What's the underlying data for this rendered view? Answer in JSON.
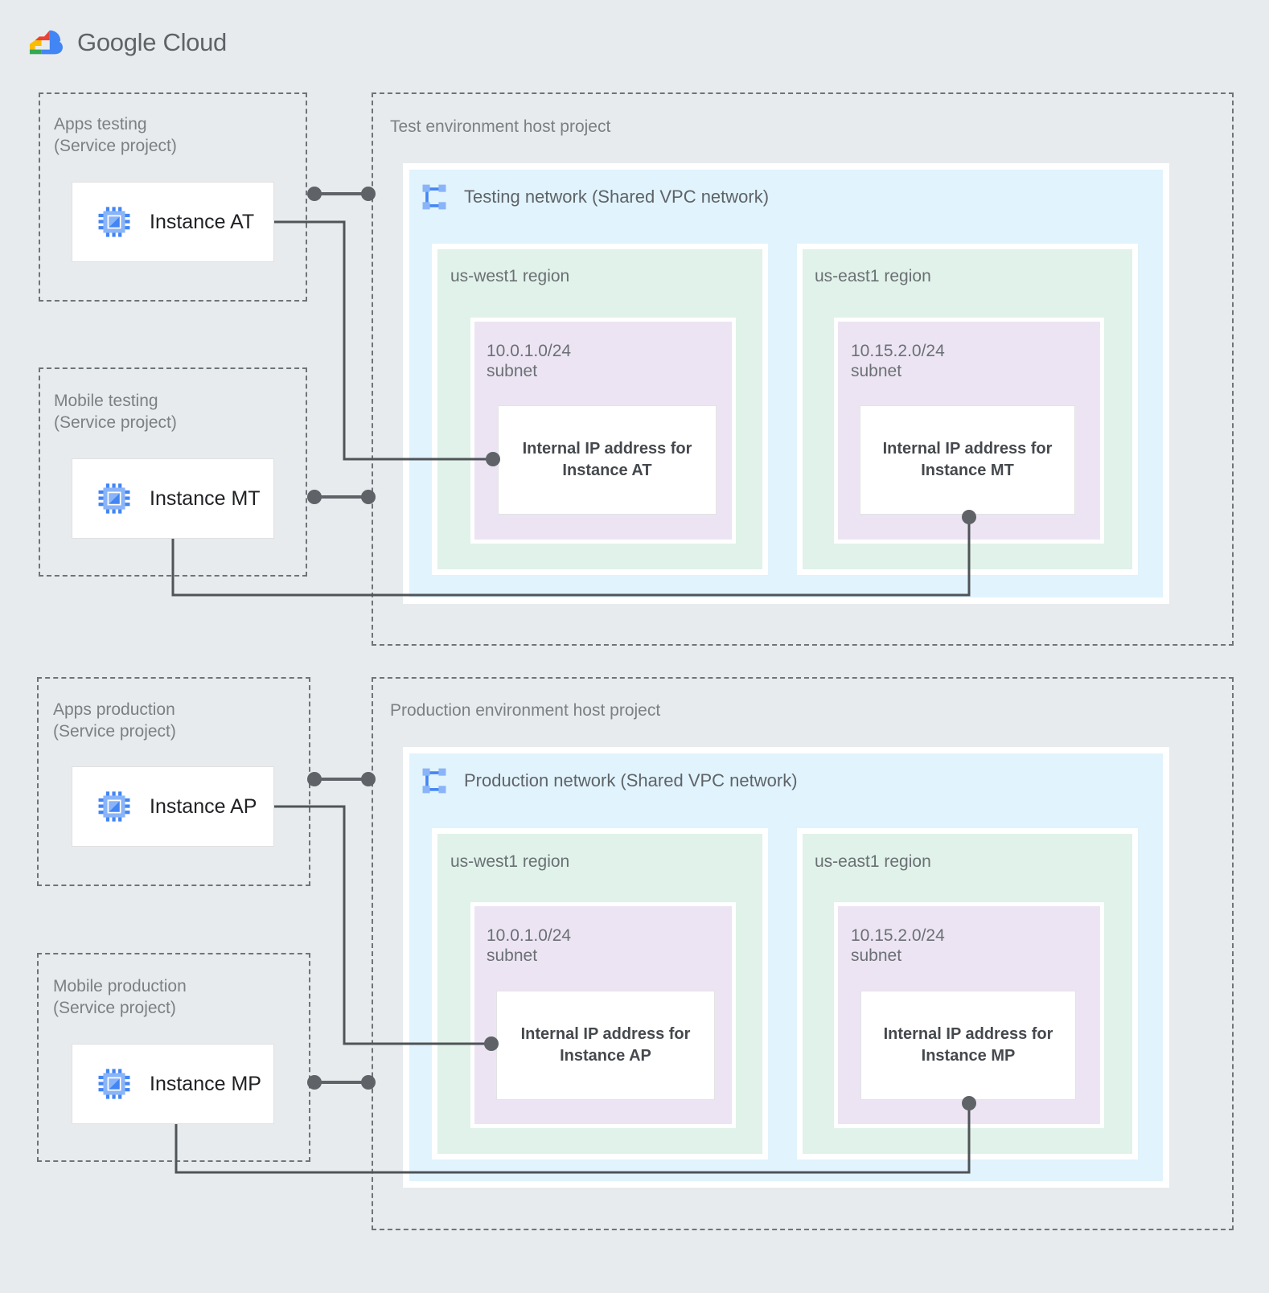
{
  "brand": {
    "name_bold": "Google",
    "name_light": " Cloud",
    "logo_icon": "google-cloud-logo",
    "colors": {
      "red": "#EA4335",
      "blue": "#4285F4",
      "yellow": "#FBBC04",
      "green": "#34A853"
    }
  },
  "palette": {
    "page_background": "#e8ebed",
    "dashed_border": "#6e7478",
    "vpc_background": "#e1f3fc",
    "region_background": "#e0f2e9",
    "subnet_background": "#ece4f3",
    "card_background": "#ffffff",
    "wire": "#4f5458",
    "instance_icon_blue": "#4285F4",
    "instance_icon_light_blue": "#8ab4f8",
    "text_muted": "#7b8084",
    "text_strong": "#45494d"
  },
  "environments": [
    {
      "id": "test",
      "host_project": {
        "label": "Test environment host project",
        "network": {
          "label": "Testing network (Shared VPC network)",
          "icon": "vpc-network-icon",
          "regions": [
            {
              "label": "us-west1 region",
              "subnet": {
                "label": "10.0.1.0/24\nsubnet",
                "cidr": "10.0.1.0/24",
                "ip_card": "Internal IP address for\nInstance AT"
              }
            },
            {
              "label": "us-east1 region",
              "subnet": {
                "label": "10.15.2.0/24\nsubnet",
                "cidr": "10.15.2.0/24",
                "ip_card": "Internal IP address for\nInstance MT"
              }
            }
          ]
        }
      },
      "service_projects": [
        {
          "label": "Apps testing\n(Service project)",
          "instance": {
            "label": "Instance AT",
            "icon": "cpu-instance-icon"
          }
        },
        {
          "label": "Mobile testing\n(Service project)",
          "instance": {
            "label": "Instance MT",
            "icon": "cpu-instance-icon"
          }
        }
      ]
    },
    {
      "id": "production",
      "host_project": {
        "label": "Production environment host project",
        "network": {
          "label": "Production network (Shared VPC network)",
          "icon": "vpc-network-icon",
          "regions": [
            {
              "label": "us-west1 region",
              "subnet": {
                "label": "10.0.1.0/24\nsubnet",
                "cidr": "10.0.1.0/24",
                "ip_card": "Internal IP address for\nInstance AP"
              }
            },
            {
              "label": "us-east1 region",
              "subnet": {
                "label": "10.15.2.0/24\nsubnet",
                "cidr": "10.15.2.0/24",
                "ip_card": "Internal IP address for\nInstance MP"
              }
            }
          ]
        }
      },
      "service_projects": [
        {
          "label": "Apps production\n(Service project)",
          "instance": {
            "label": "Instance AP",
            "icon": "cpu-instance-icon"
          }
        },
        {
          "label": "Mobile production\n(Service project)",
          "instance": {
            "label": "Instance MP",
            "icon": "cpu-instance-icon"
          }
        }
      ]
    }
  ]
}
